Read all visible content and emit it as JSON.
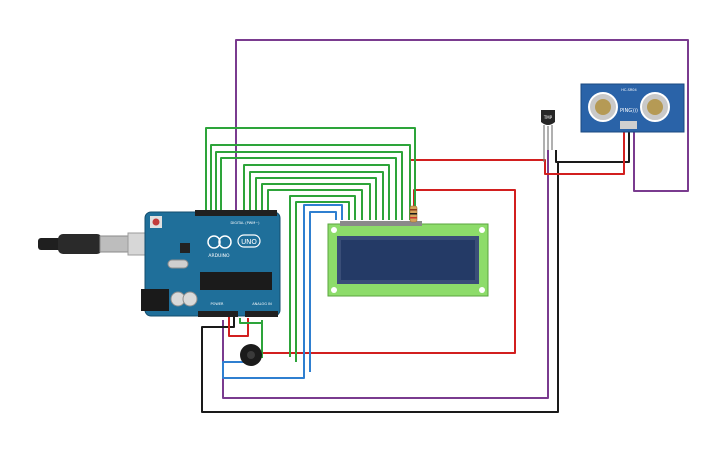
{
  "arduino": {
    "brand_text": "ARDUINO",
    "model_text": "UNO",
    "digital_label": "DIGITAL (PWM~)",
    "power_label": "POWER",
    "analog_label": "ANALOG IN"
  },
  "sensor": {
    "brand_text": "HC-SR04",
    "logo_text": "PING)))"
  },
  "temp_sensor": {
    "label": "TMP"
  },
  "colors": {
    "board": "#1f6f9a",
    "lcd_pcb": "#8ddc6a",
    "lcd_screen": "#243a66",
    "sensor_pcb": "#2a63a8",
    "wire_red": "#d21f1f",
    "wire_green": "#2da43a",
    "wire_purple": "#7a3b8f",
    "wire_blue": "#2f7fd0",
    "wire_black": "#1a1a1a"
  }
}
